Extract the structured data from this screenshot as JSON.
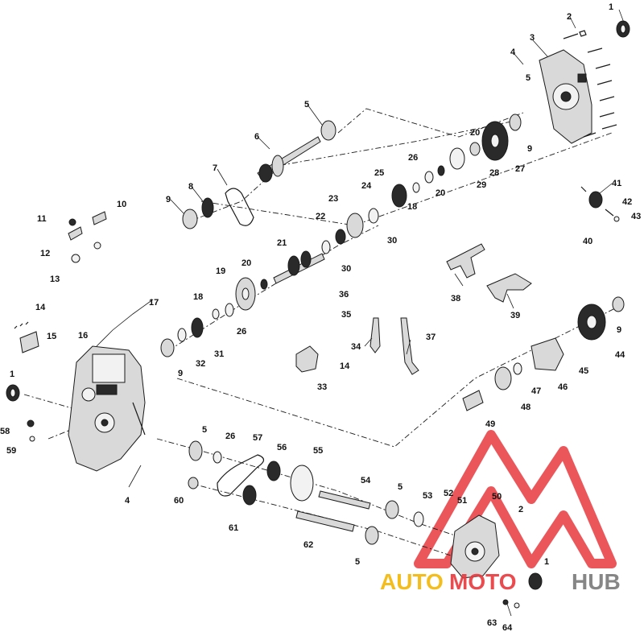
{
  "diagram": {
    "callouts": [
      "1",
      "2",
      "3",
      "4",
      "5",
      "6",
      "7",
      "8",
      "9",
      "10",
      "11",
      "12",
      "13",
      "5",
      "9",
      "20",
      "20",
      "26",
      "28",
      "29",
      "27",
      "9",
      "1",
      "2",
      "4",
      "41",
      "42",
      "43",
      "40",
      "21",
      "22",
      "23",
      "24",
      "25",
      "18",
      "30",
      "30",
      "19",
      "20",
      "18",
      "26",
      "31",
      "32",
      "9",
      "16",
      "17",
      "14",
      "15",
      "1",
      "58",
      "59",
      "36",
      "35",
      "34",
      "37",
      "33",
      "14",
      "38",
      "39",
      "44",
      "9",
      "45",
      "46",
      "47",
      "48",
      "49",
      "5",
      "26",
      "57",
      "56",
      "55",
      "54",
      "5",
      "53",
      "52",
      "51",
      "50",
      "2",
      "1",
      "60",
      "61",
      "62",
      "5",
      "4",
      "63",
      "64"
    ]
  },
  "watermark": {
    "word_auto": "AUTO",
    "word_moto": "MOTO",
    "word_hub": "HUB",
    "color_primary": "#e8383d",
    "color_secondary": "#f2b705",
    "color_gray": "#7a7a7a"
  }
}
